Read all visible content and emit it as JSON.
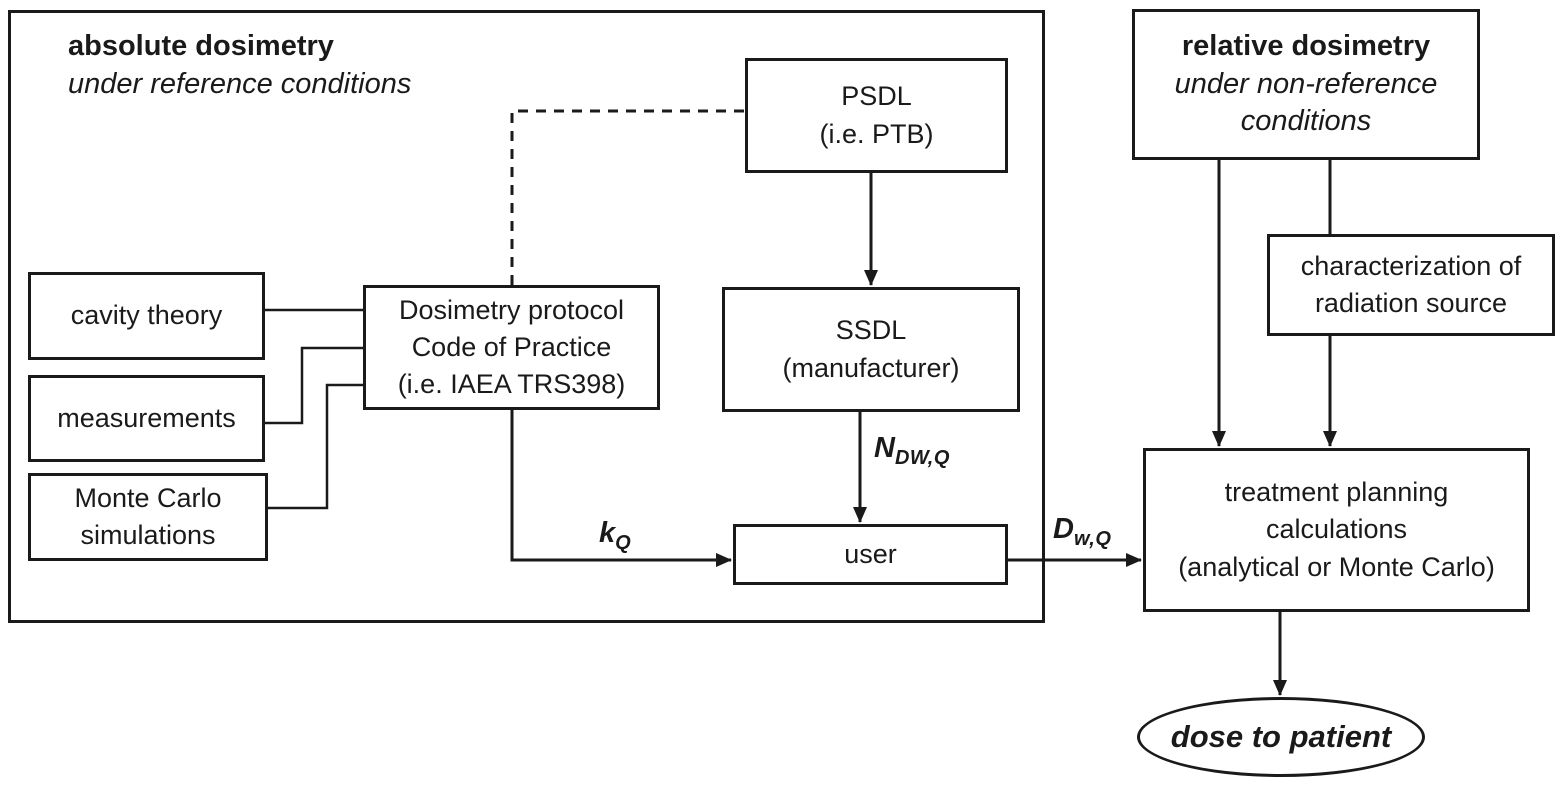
{
  "regions": {
    "absolute": {
      "title": "absolute dosimetry",
      "subtitle": "under reference conditions"
    },
    "relative": {
      "title": "relative dosimetry",
      "subtitle": "under non-reference\nconditions"
    }
  },
  "nodes": {
    "cavity_theory": {
      "label": "cavity theory"
    },
    "measurements": {
      "label": "measurements"
    },
    "monte_carlo": {
      "label": "Monte Carlo\nsimulations"
    },
    "protocol": {
      "label": "Dosimetry protocol\nCode of Practice\n(i.e. IAEA TRS398)"
    },
    "psdl": {
      "label": "PSDL\n(i.e. PTB)"
    },
    "ssdl": {
      "label": "SSDL\n(manufacturer)"
    },
    "user": {
      "label": "user"
    },
    "characterization": {
      "label": "characterization of\nradiation source"
    },
    "treatment": {
      "label": "treatment planning\ncalculations\n(analytical or Monte Carlo)"
    },
    "dose_to_patient": {
      "label": "dose to patient"
    }
  },
  "edge_labels": {
    "ndwq": {
      "base": "N",
      "sub": "DW,Q"
    },
    "kq": {
      "base": "k",
      "sub": "Q"
    },
    "dwq": {
      "base": "D",
      "sub": "w,Q"
    }
  },
  "colors": {
    "line": "#1a1a1a",
    "background": "#ffffff",
    "text": "#1a1a1a"
  }
}
